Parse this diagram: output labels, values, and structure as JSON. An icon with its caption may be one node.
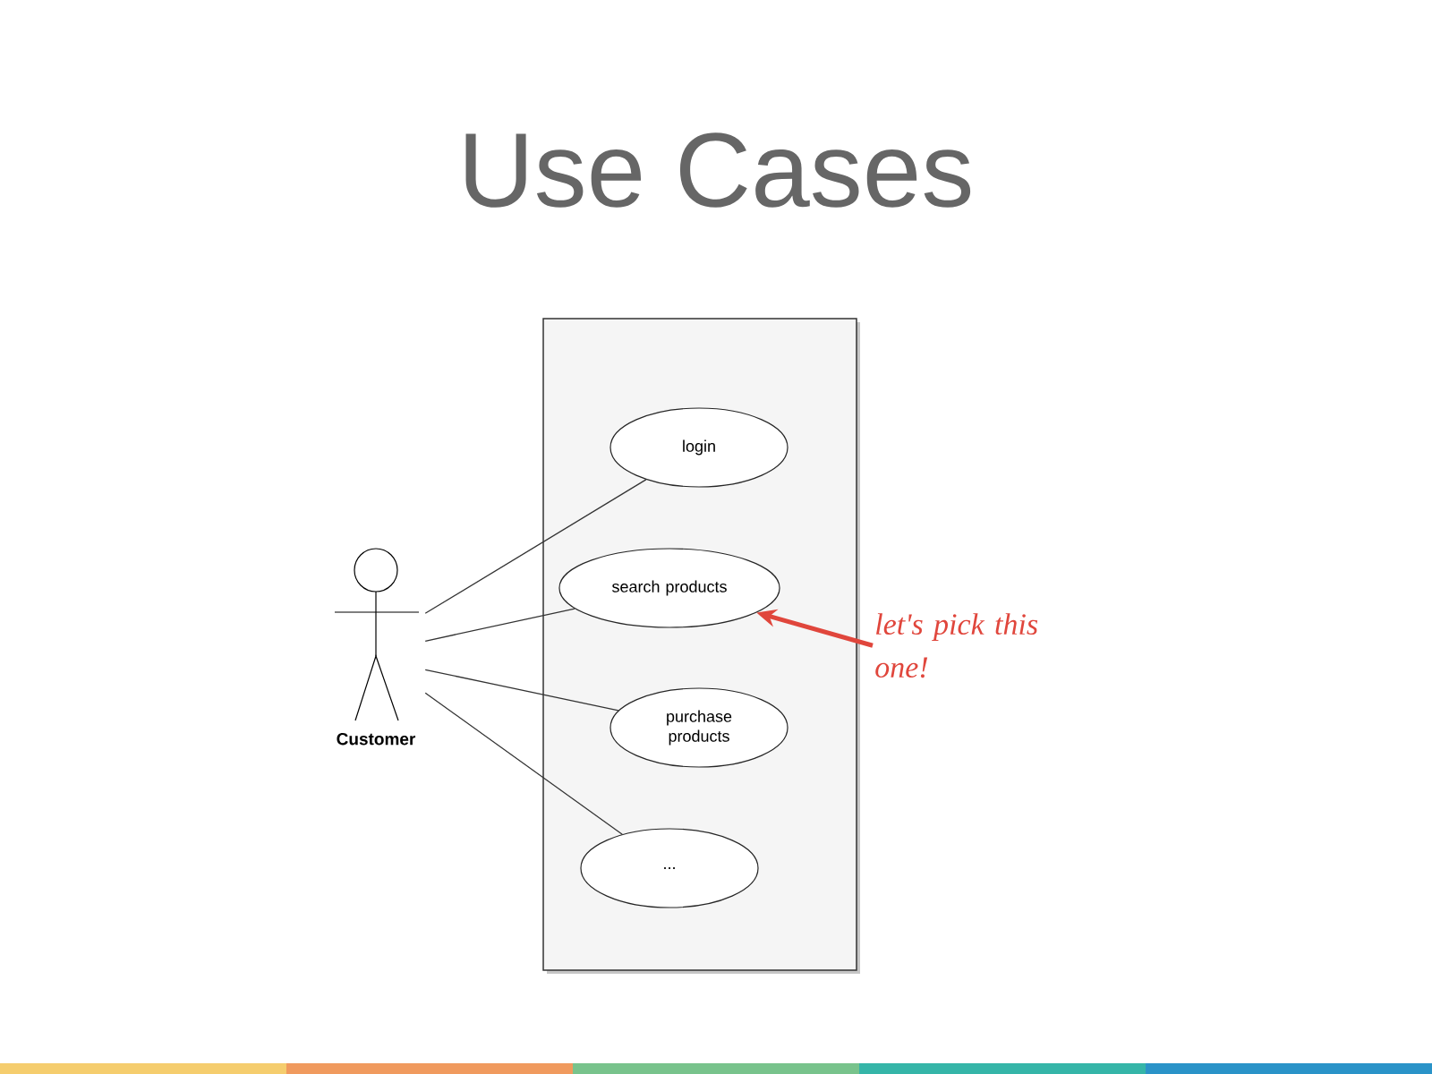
{
  "diagram": {
    "title": "Use Cases",
    "nodes": [
      {
        "text": [],
        "shape": "box"
      },
      {
        "text": [
          "login"
        ],
        "in": 0
      },
      {
        "text": [
          "search products"
        ],
        "in": 0
      },
      {
        "text": [
          "purchase products"
        ],
        "in": 0
      },
      {
        "text": [
          "..."
        ],
        "in": 0
      },
      {
        "text": [
          "Customer"
        ]
      },
      {
        "text": [
          "let's pick this one!"
        ]
      }
    ],
    "edges": [
      {
        "from": 5,
        "to": 1,
        "arrow": "none"
      },
      {
        "from": 5,
        "to": 2,
        "arrow": "none"
      },
      {
        "from": 5,
        "to": 3,
        "arrow": "none"
      },
      {
        "from": 5,
        "to": 4,
        "arrow": "none"
      },
      {
        "from": 6,
        "to": 2,
        "arrow": "to",
        "style": "thick",
        "color": "#e0463c"
      }
    ]
  }
}
